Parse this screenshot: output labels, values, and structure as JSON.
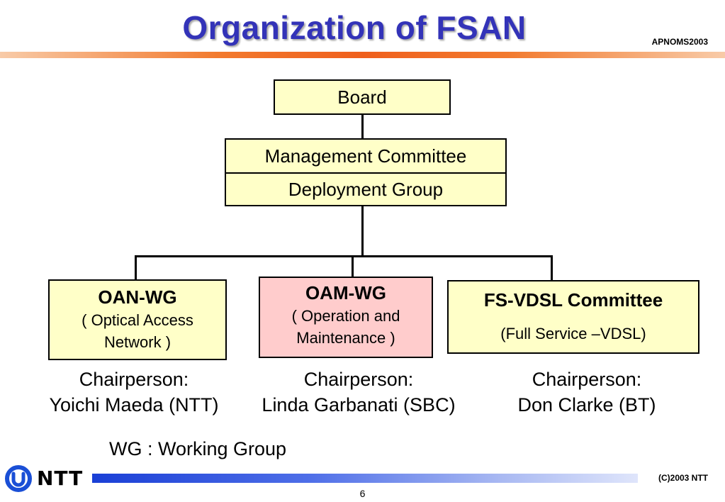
{
  "slide": {
    "title": "Organization of FSAN",
    "conference": "APNOMS2003",
    "copyright": "(C)2003 NTT",
    "page_number": "6",
    "logo_text": "NTT"
  },
  "org": {
    "board": "Board",
    "management_committee": "Management Committee",
    "deployment_group": "Deployment Group",
    "groups": [
      {
        "name": "OAN-WG",
        "desc_line1": "( Optical Access",
        "desc_line2": "Network )",
        "chair_label": "Chairperson:",
        "chair_name": "Yoichi Maeda (NTT)",
        "fill": "#ffffc8"
      },
      {
        "name": "OAM-WG",
        "desc_line1": "( Operation and",
        "desc_line2": "Maintenance )",
        "chair_label": "Chairperson:",
        "chair_name": "Linda Garbanati (SBC)",
        "fill": "#ffcccc"
      },
      {
        "name": "FS-VDSL Committee",
        "desc_line1": "(Full Service –VDSL)",
        "chair_label": "Chairperson:",
        "chair_name": "Don Clarke (BT)",
        "fill": "#ffffc8"
      }
    ]
  },
  "note": "WG : Working Group",
  "colors": {
    "title": "#3333b8",
    "box_fill": "#ffffc8",
    "highlight_fill": "#ffcccc",
    "logo_blue": "#1a4fd6"
  }
}
